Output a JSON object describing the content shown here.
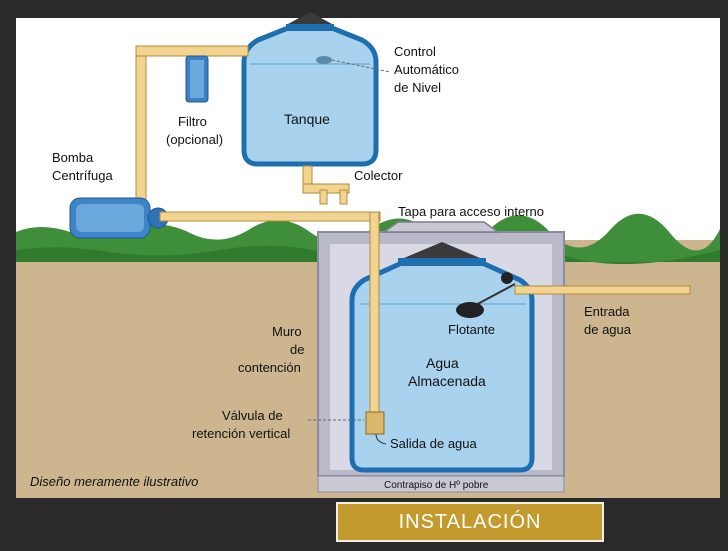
{
  "labels": {
    "control": [
      "Control",
      "Automático",
      "de Nivel"
    ],
    "filtro": [
      "Filtro",
      "(opcional)"
    ],
    "tanque": "Tanque",
    "bomba": [
      "Bomba",
      "Centrífuga"
    ],
    "colector": "Colector",
    "tapa": "Tapa para acceso interno",
    "entrada": [
      "Entrada",
      "de agua"
    ],
    "flotante": "Flotante",
    "muro": [
      "Muro",
      "de",
      "contención"
    ],
    "agua": [
      "Agua",
      "Almacenada"
    ],
    "valvula": [
      "Válvula de",
      "retención vertical"
    ],
    "salida": "Salida de agua",
    "diseno": "Diseño meramente ilustrativo",
    "contrapiso": "Contrapiso de Hº pobre"
  },
  "caption": "INSTALACIÓN",
  "colors": {
    "sky": "#ffffff",
    "grass": "#3f8f3a",
    "soil": "#cdb58f",
    "water": "#a9d2ee",
    "tank_outline": "#1d6fb0",
    "pipe": "#f2d38f",
    "chamber": "#c7c7d6",
    "caption_bg": "#c29a2e"
  }
}
